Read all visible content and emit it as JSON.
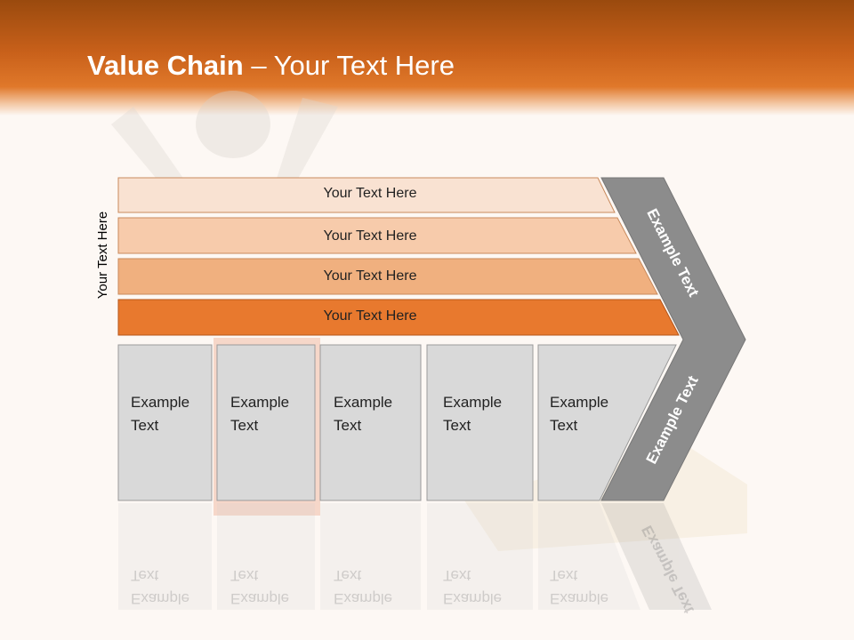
{
  "slide": {
    "title_bold": "Value Chain",
    "title_rest": " – Your Text Here",
    "side_label": "Your Text Here"
  },
  "bars": [
    {
      "label": "Your Text Here",
      "color": "#f9e2d2"
    },
    {
      "label": "Your Text Here",
      "color": "#f7cbab"
    },
    {
      "label": "Your Text Here",
      "color": "#f0b07f"
    },
    {
      "label": "Your Text Here",
      "color": "#e8792e"
    }
  ],
  "boxes": [
    {
      "label": "Example Text"
    },
    {
      "label": "Example Text"
    },
    {
      "label": "Example Text"
    },
    {
      "label": "Example Text"
    },
    {
      "label": "Example Text"
    }
  ],
  "chevron": {
    "upper_label": "Example Text",
    "lower_label": "Example Text",
    "color": "#8c8c8c"
  },
  "colors": {
    "header_top": "#9a4a0e",
    "header_bottom": "#e0782a",
    "box_fill": "#d9d9d9",
    "box_border": "#9a9a9a"
  }
}
